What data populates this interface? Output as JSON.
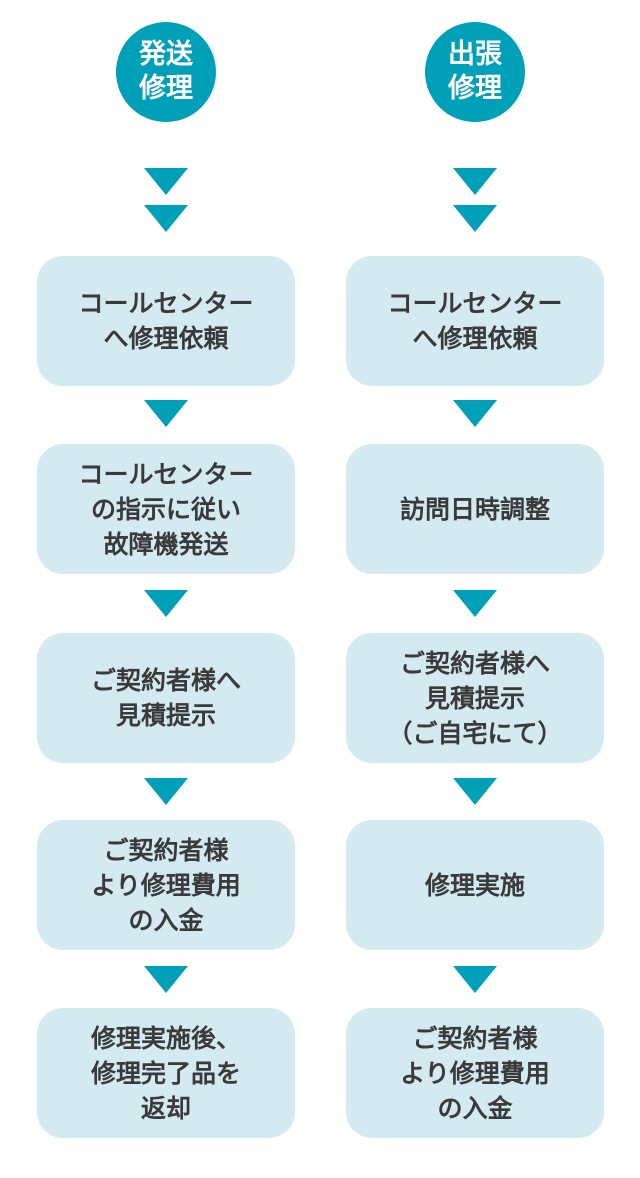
{
  "flows": [
    {
      "title": "発送\n修理",
      "steps": [
        "コールセンター\nへ修理依頼",
        "コールセンター\nの指示に従い\n故障機発送",
        "ご契約者様へ\n見積提示",
        "ご契約者様\nより修理費用\nの入金",
        "修理実施後、\n修理完了品を\n返却"
      ]
    },
    {
      "title": "出張\n修理",
      "steps": [
        "コールセンター\nへ修理依頼",
        "訪問日時調整",
        "ご契約者様へ\n見積提示\n（ご自宅にて）",
        "修理実施",
        "ご契約者様\nより修理費用\nの入金"
      ]
    }
  ],
  "colors": {
    "accent": "#00a0b8",
    "box": "#d3eaf0",
    "text": "#3a3a3a"
  }
}
